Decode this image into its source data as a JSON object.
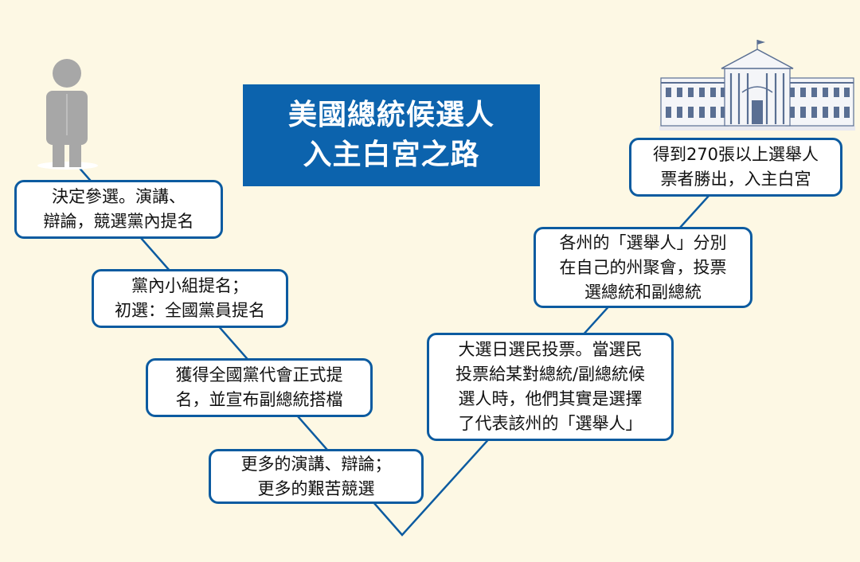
{
  "title": {
    "line1": "美國總統候選人",
    "line2": "入主白宮之路"
  },
  "steps": [
    {
      "lines": [
        "決定參選。演講、",
        "辯論，競選黨內提名"
      ]
    },
    {
      "lines": [
        "黨內小組提名；",
        "初選：全國黨員提名"
      ]
    },
    {
      "lines": [
        "獲得全國黨代會正式提",
        "名，並宣布副總統搭檔"
      ]
    },
    {
      "lines": [
        "更多的演講、辯論；",
        "更多的艱苦競選"
      ]
    },
    {
      "lines": [
        "大選日選民投票。當選民",
        "投票給某對總統/副總統候",
        "選人時，他們其實是選擇",
        "了代表該州的「選舉人」"
      ]
    },
    {
      "lines": [
        "各州的「選舉人」分別",
        "在自己的州聚會，投票",
        "選總統和副總統"
      ]
    },
    {
      "lines": [
        "得到270張以上選舉人",
        "票者勝出，入主白宮"
      ]
    }
  ],
  "icons": {
    "candidate": "person-icon",
    "destination": "white-house-icon"
  },
  "colors": {
    "background": "#fdf8e4",
    "title_bg": "#0c63ad",
    "box_border": "#0c5ba0",
    "path_line": "#0c5ba0",
    "person": "#a7a7a7",
    "house": "#5a6f93"
  }
}
